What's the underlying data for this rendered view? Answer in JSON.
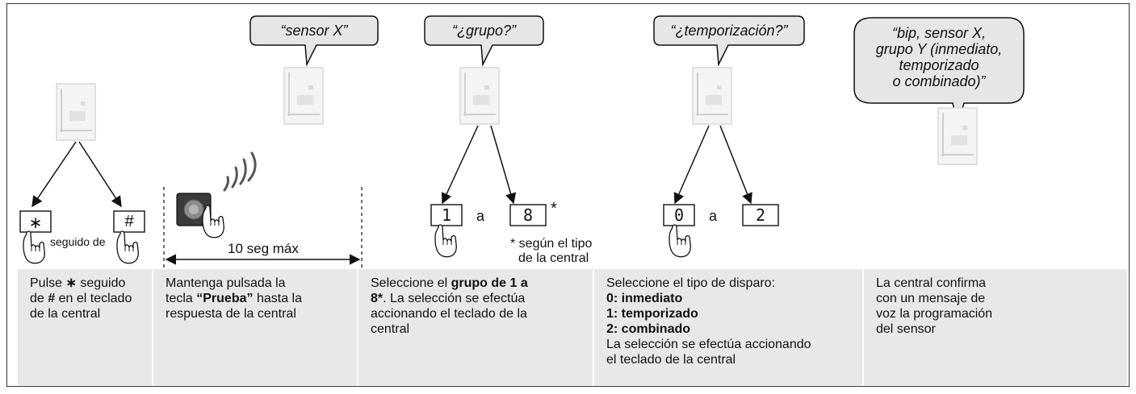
{
  "bubbles": {
    "b1": "“sensor X”",
    "b2": "“¿grupo?”",
    "b3": "“¿temporización?”",
    "b4": [
      "“bip, sensor X,",
      "grupo Y (inmediato,",
      "temporizado",
      "o combinado)”"
    ]
  },
  "keys": {
    "star": "∗",
    "hash": "#",
    "one": "1",
    "eight": "8",
    "zero": "0",
    "two": "2"
  },
  "labels": {
    "seguido_de": "seguido de",
    "ten_seg": "10 seg máx",
    "a1": "a",
    "a2": "a",
    "asterisk": "*",
    "note_line1": "* según el tipo",
    "note_line2": "de la central"
  },
  "steps": {
    "step1": {
      "line1_pre": "Pulse ",
      "line1_key": "∗",
      "line1_post": " seguido",
      "line2_pre": "de ",
      "line2_key": "#",
      "line2_post": " en el teclado",
      "line3": "de la central"
    },
    "step2": {
      "line1": "Mantenga pulsada la",
      "line2_pre": "tecla ",
      "line2_bold": "“Prueba”",
      "line2_post": " hasta la",
      "line3": "respuesta de la central"
    },
    "step3": {
      "line1_pre": "Seleccione el ",
      "line1_bold": "grupo de 1 a",
      "line2_bold": "8*",
      "line2_post": ". La selección se efectúa",
      "line3": "accionando el teclado de la",
      "line4": "central"
    },
    "step4": {
      "line1": "Seleccione el tipo de disparo:",
      "opt0": "0: inmediato",
      "opt1": "1: temporizado",
      "opt2": "2: combinado",
      "line5": "La selección se efectúa accionando",
      "line6": "el teclado de la central"
    },
    "step5": {
      "line1": "La central confirma",
      "line2": "con un mensaje de",
      "line3": "voz la programación",
      "line4": "del sensor"
    }
  },
  "colors": {
    "footer_bg": "#e8e8e8",
    "panel_bg": "#f2f2f2",
    "stroke": "#111111"
  },
  "icons": [
    "hand-press-icon",
    "sensor-panel-icon",
    "signal-waves-icon",
    "remote-button-icon"
  ]
}
